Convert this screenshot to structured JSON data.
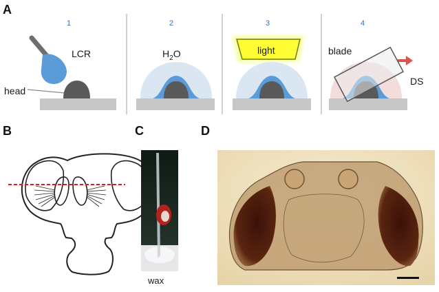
{
  "panels": {
    "a": {
      "letter": "A"
    },
    "b": {
      "letter": "B"
    },
    "c": {
      "letter": "C"
    },
    "d": {
      "letter": "D"
    }
  },
  "steps": [
    {
      "number": "1",
      "label": "LCR",
      "sublabel": "head"
    },
    {
      "number": "2",
      "label": "H",
      "subscript": "2",
      "label_suffix": "O"
    },
    {
      "number": "3",
      "label": "light"
    },
    {
      "number": "4",
      "label": "blade",
      "sublabel": "DS"
    }
  ],
  "panel_c": {
    "caption": "wax"
  },
  "colors": {
    "droplet_blue": "#5b9bd8",
    "halo_blue": "#dbe6f3",
    "halo_pink": "#f2dcdc",
    "light_yellow": "#ffff33",
    "glow": "#f6ff9a",
    "head_gray": "#5a5a5a",
    "base_gray": "#c7c7c7",
    "arrow_red": "#d9534f",
    "cut_line_red": "#e0191f",
    "scale_bar": "#111111"
  }
}
